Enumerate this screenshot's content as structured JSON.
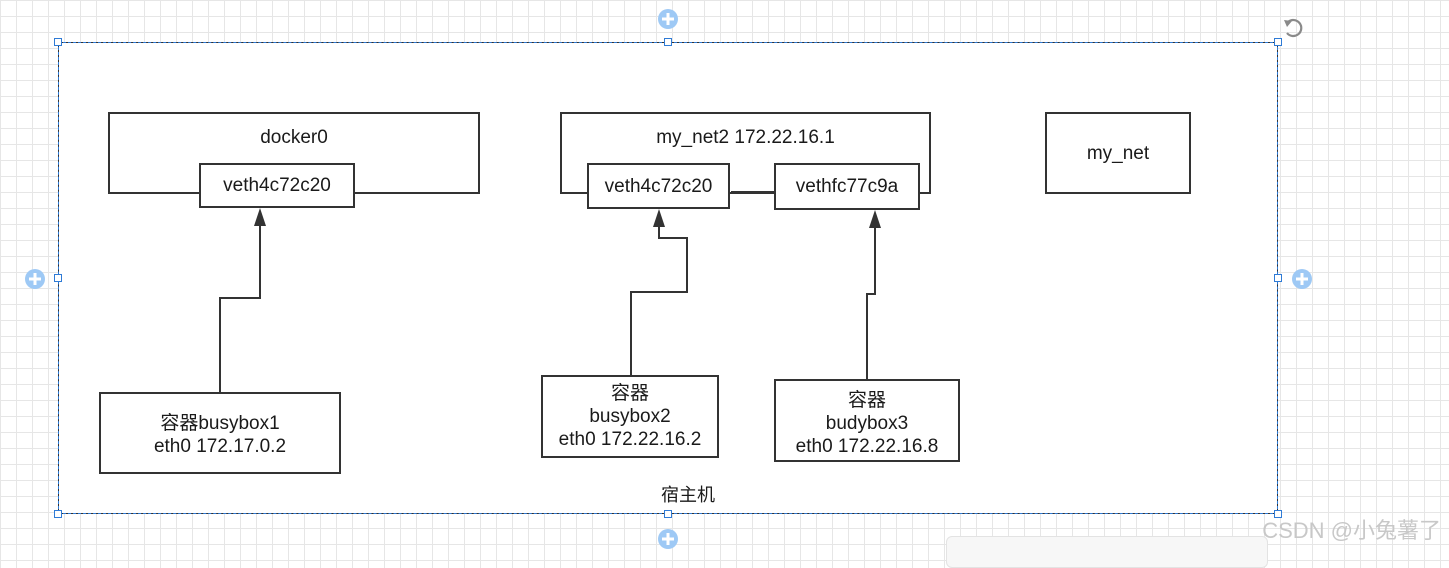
{
  "diagram": {
    "host_label": "宿主机",
    "bridges": {
      "docker0": {
        "label": "docker0",
        "veth": "veth4c72c20"
      },
      "my_net2": {
        "label": "my_net2  172.22.16.1",
        "veth_a": "veth4c72c20",
        "veth_b": "vethfc77c9a"
      },
      "my_net": {
        "label": "my_net"
      }
    },
    "containers": [
      {
        "lines": [
          "容器busybox1",
          "eth0  172.17.0.2"
        ]
      },
      {
        "lines": [
          "容器",
          "busybox2",
          "eth0 172.22.16.2"
        ]
      },
      {
        "lines": [
          "容器",
          "budybox3",
          "eth0 172.22.16.8"
        ]
      }
    ]
  },
  "watermark": "CSDN @小兔薯了",
  "colors": {
    "line": "#333333",
    "selection": "#2f7bd6",
    "plus_icon": "#9ec9f5"
  }
}
